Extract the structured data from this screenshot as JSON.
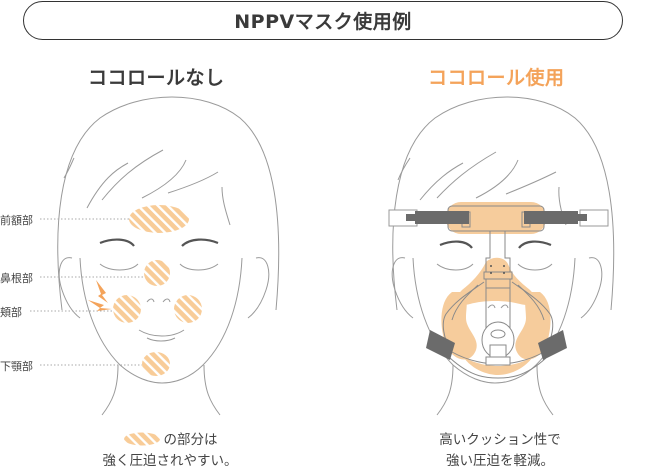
{
  "header": {
    "title": "NPPVマスク使用例"
  },
  "panels": {
    "left": {
      "title": "ココロールなし",
      "labels": [
        "前額部",
        "鼻根部",
        "頬部",
        "下顎部"
      ],
      "caption_line1_suffix": "の部分は",
      "caption_line2": "強く圧迫されやすい。"
    },
    "right": {
      "title": "ココロール使用",
      "caption_line1": "高いクッション性で",
      "caption_line2": "強い圧迫を軽減。"
    }
  },
  "colors": {
    "accent_orange": "#f4a35a",
    "pressure_hatch": "#f8cc98",
    "cushion_fill": "#f6cc9c",
    "strap_gray": "#6b6b6b",
    "line_gray": "#9a9a9a",
    "text_dark": "#3a3a3a"
  },
  "icons": {
    "pain": "lightning-bolt-icon",
    "pressure_area": "hatched-pressure-area"
  }
}
